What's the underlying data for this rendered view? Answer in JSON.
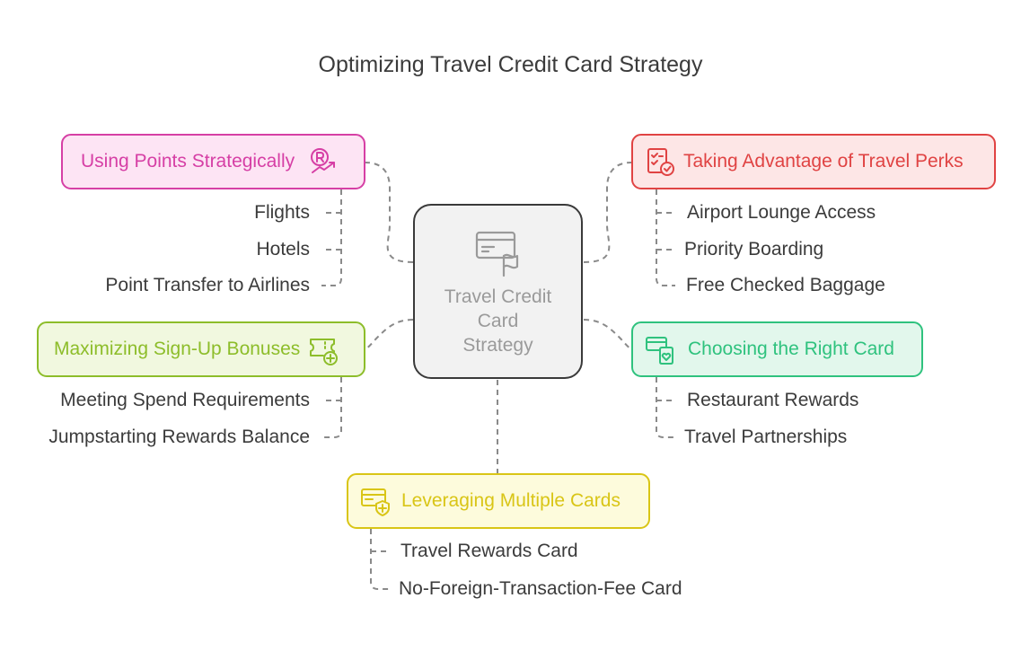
{
  "title": "Optimizing Travel Credit Card Strategy",
  "center": {
    "label_lines": [
      "Travel Credit",
      "Card",
      "Strategy"
    ],
    "icon": "credit-card-flag-icon"
  },
  "branches": {
    "using_points": {
      "label": "Using Points Strategically",
      "icon": "points-arrow-icon",
      "color": "#d63fa5",
      "bg": "#fde4f4",
      "border": "#d63fa5",
      "items": [
        "Flights",
        "Hotels",
        "Point Transfer to Airlines"
      ]
    },
    "travel_perks": {
      "label": "Taking Advantage of Travel Perks",
      "icon": "checklist-icon",
      "color": "#e04343",
      "bg": "#fde6e6",
      "border": "#e04343",
      "items": [
        "Airport Lounge Access",
        "Priority Boarding",
        "Free Checked Baggage"
      ]
    },
    "sign_up": {
      "label": "Maximizing Sign-Up Bonuses",
      "icon": "ticket-plus-icon",
      "color": "#8dbd2a",
      "bg": "#f1f8df",
      "border": "#8dbd2a",
      "items": [
        "Meeting Spend Requirements",
        "Jumpstarting Rewards Balance"
      ]
    },
    "right_card": {
      "label": "Choosing the Right Card",
      "icon": "card-heart-icon",
      "color": "#2fc27e",
      "bg": "#e2f7ec",
      "border": "#2fc27e",
      "items": [
        "Restaurant Rewards",
        "Travel Partnerships"
      ]
    },
    "multiple_cards": {
      "label": "Leveraging Multiple Cards",
      "icon": "card-shield-icon",
      "color": "#d9c516",
      "bg": "#fdfbdc",
      "border": "#d9c516",
      "items": [
        "Travel Rewards Card",
        "No-Foreign-Transaction-Fee Card"
      ]
    }
  }
}
